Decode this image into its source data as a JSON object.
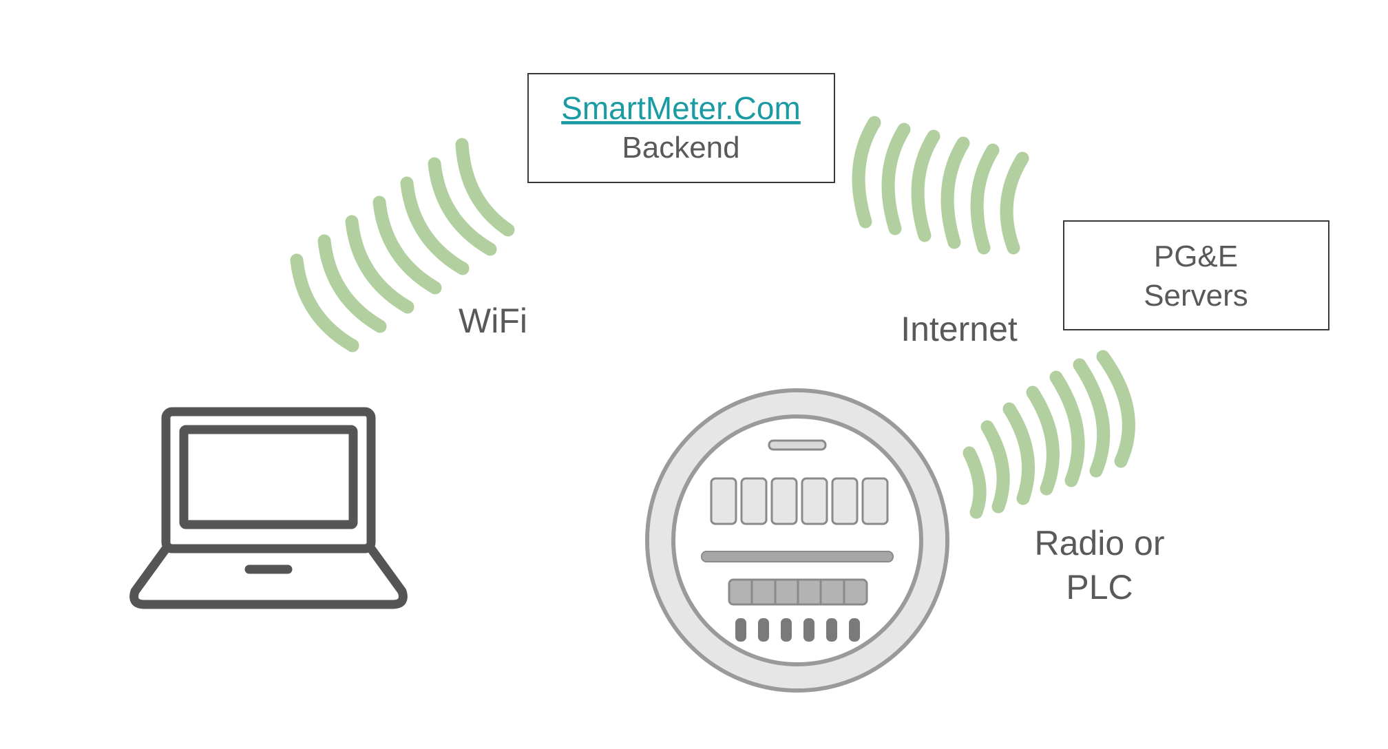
{
  "diagram": {
    "backend_box": {
      "link_text": "SmartMeter.Com",
      "label": "Backend"
    },
    "pge_box": {
      "line1": "PG&E",
      "line2": "Servers"
    },
    "connections": {
      "wifi": "WiFi",
      "internet": "Internet",
      "radio_line1": "Radio or",
      "radio_line2": "PLC"
    },
    "icons": [
      "laptop-icon",
      "smart-meter-icon",
      "wifi-wave-icon",
      "internet-wave-icon",
      "radio-wave-icon"
    ],
    "colors": {
      "wave": "#b1cf9f",
      "link": "#1a9aa3",
      "text": "#595959",
      "icon_stroke": "#555555"
    }
  }
}
